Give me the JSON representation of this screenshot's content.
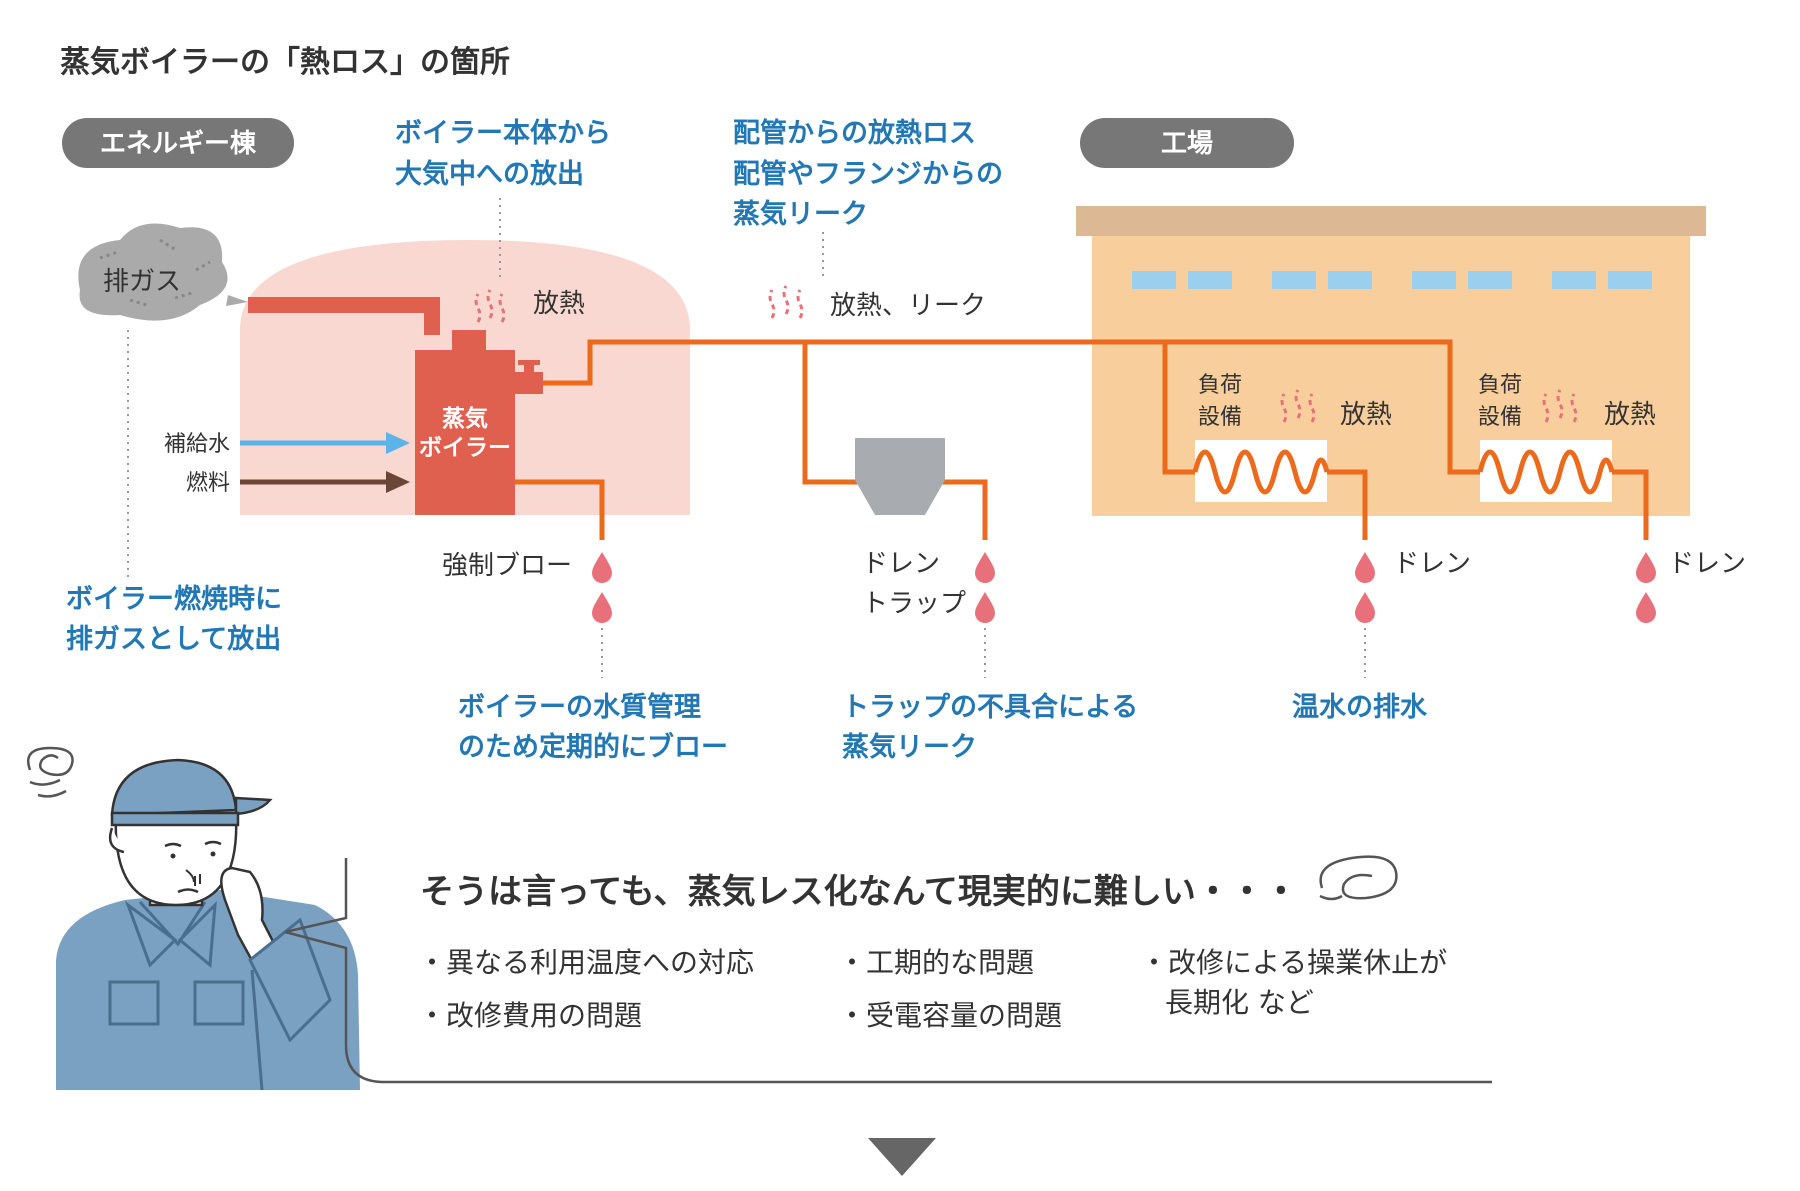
{
  "title": "蒸気ボイラーの「熱ロス」の箇所",
  "sections": {
    "energy_building": "エネルギー棟",
    "factory": "工場"
  },
  "boiler": {
    "label_line1": "蒸気",
    "label_line2": "ボイラー",
    "exhaust_cloud": "排ガス",
    "makeup_water": "補給水",
    "fuel": "燃料",
    "forced_blow": "強制ブロー",
    "heat_release": "放熱"
  },
  "annotations": {
    "boiler_body_line1": "ボイラー本体から",
    "boiler_body_line2": "大気中への放出",
    "piping_line1": "配管からの放熱ロス",
    "piping_line2": "配管やフランジからの",
    "piping_line3": "蒸気リーク",
    "piping_heat_leak": "放熱、リーク",
    "exhaust_line1": "ボイラー燃焼時に",
    "exhaust_line2": "排ガスとして放出",
    "blow_line1": "ボイラーの水質管理",
    "blow_line2": "のため定期的にブロー",
    "trap_line1": "トラップの不具合による",
    "trap_line2": "蒸気リーク",
    "hot_water": "温水の排水"
  },
  "drain_trap": {
    "line1": "ドレン",
    "line2": "トラップ"
  },
  "load_equipment": [
    {
      "line1": "負荷",
      "line2": "設備",
      "heat": "放熱",
      "drain": "ドレン"
    },
    {
      "line1": "負荷",
      "line2": "設備",
      "heat": "放熱",
      "drain": "ドレン"
    }
  ],
  "speech": {
    "headline": "そうは言っても、蒸気レス化なんて現実的に難しい・・・",
    "items": [
      "・異なる利用温度への対応",
      "・改修費用の問題",
      "・工期的な問題",
      "・受電容量の問題",
      "・改修による操業休止が",
      "長期化 など"
    ]
  },
  "colors": {
    "boiler_red": "#e06050",
    "pipe_orange": "#ec6a1c",
    "halo_pink": "#f8d8d0",
    "factory_tan": "#f8cf9c",
    "factory_roof": "#dcb894",
    "annotation_blue": "#2277b5",
    "pill_gray": "#777777",
    "water_blue": "#5ab4e8",
    "fuel_brown": "#6b4536",
    "drop_pink": "#e8707a",
    "worker_blue": "#7ba1c2"
  }
}
